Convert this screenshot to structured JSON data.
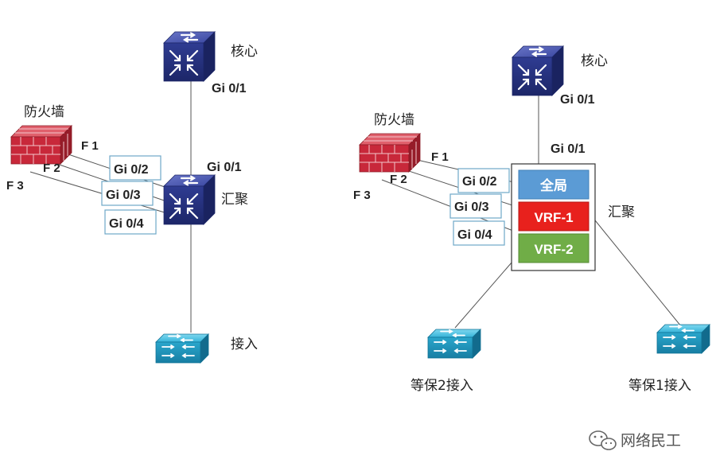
{
  "left": {
    "core": "核心",
    "core_port": "Gi 0/1",
    "firewall": "防火墙",
    "agg_port_up": "Gi 0/1",
    "agg": "汇聚",
    "access": "接入",
    "fw_ports": [
      "F  1",
      "F 2",
      "F 3"
    ],
    "agg_ports": [
      "Gi 0/2",
      "Gi 0/3",
      "Gi 0/4"
    ]
  },
  "right": {
    "core": "核心",
    "core_port": "Gi 0/1",
    "agg_port_up": "Gi 0/1",
    "firewall": "防火墙",
    "agg": "汇聚",
    "fw_ports": [
      "F  1",
      "F 2",
      "F 3"
    ],
    "agg_ports": [
      "Gi 0/2",
      "Gi 0/3",
      "Gi 0/4"
    ],
    "contexts": [
      "全局",
      "VRF-1",
      "VRF-2"
    ],
    "access_2": "等保2接入",
    "access_1": "等保1接入"
  },
  "colors": {
    "core_switch": "#2e3a8c",
    "firewall": "#c8283a",
    "access_switch": "#27a3c9",
    "global": "#5b9bd5",
    "vrf1": "#e8211d",
    "vrf2": "#70ad47"
  },
  "watermark": "网络民工",
  "icons": [
    "core-switch-icon",
    "firewall-icon",
    "access-switch-icon",
    "wechat-icon"
  ]
}
